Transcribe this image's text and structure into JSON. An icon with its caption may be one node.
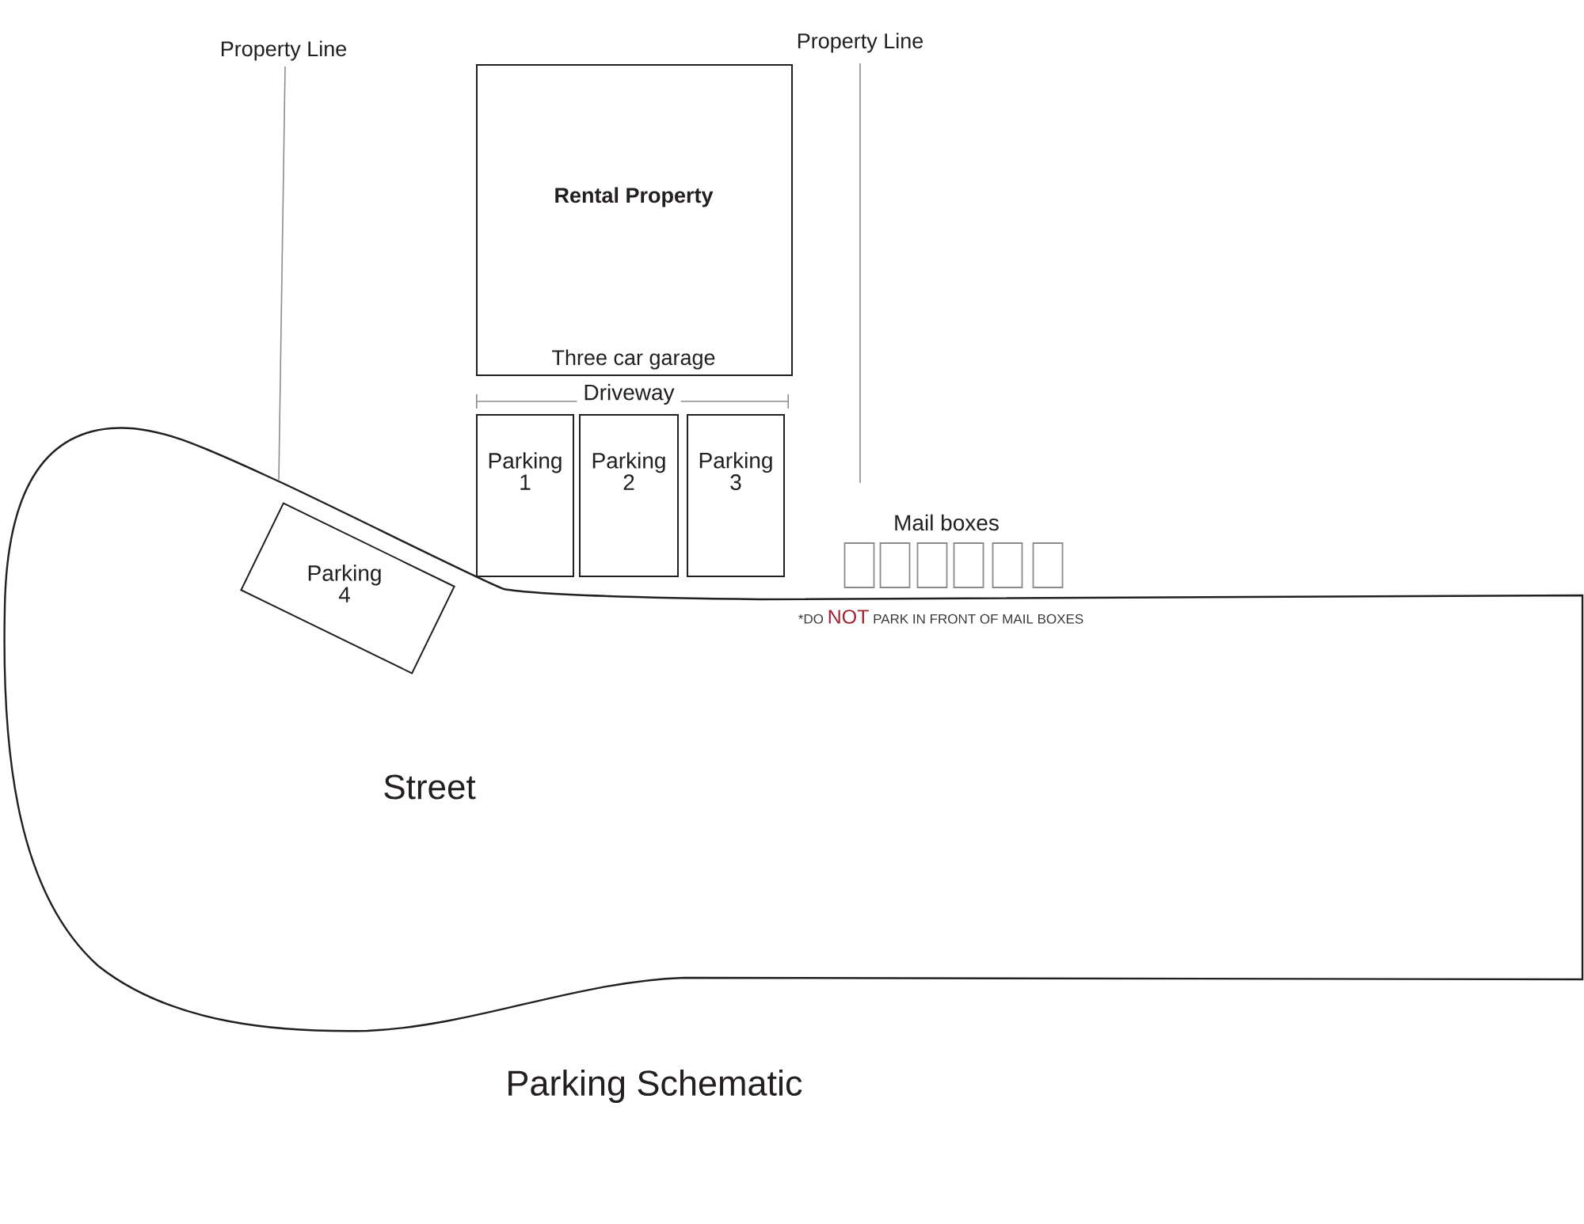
{
  "diagram": {
    "caption": "Parking Schematic",
    "nodes": [
      {
        "text": [
          "Rental Property",
          "Three car garage"
        ]
      },
      {
        "text": [
          "Parking 1"
        ]
      },
      {
        "text": [
          "Parking 2"
        ]
      },
      {
        "text": [
          "Parking 3"
        ]
      },
      {
        "text": [
          "Street"
        ]
      },
      {
        "text": [
          "Parking 4"
        ],
        "in": 4
      },
      {
        "text": [],
        "shape": "box"
      },
      {
        "text": [],
        "shape": "box"
      },
      {
        "text": [],
        "shape": "box"
      },
      {
        "text": [],
        "shape": "box"
      },
      {
        "text": [],
        "shape": "box"
      },
      {
        "text": [],
        "shape": "box"
      }
    ],
    "labels": [
      "Property Line",
      "Property Line",
      "Driveway",
      "Mail boxes",
      "*DO **NOT** PARK IN FRONT OF MAIL BOXES"
    ]
  }
}
